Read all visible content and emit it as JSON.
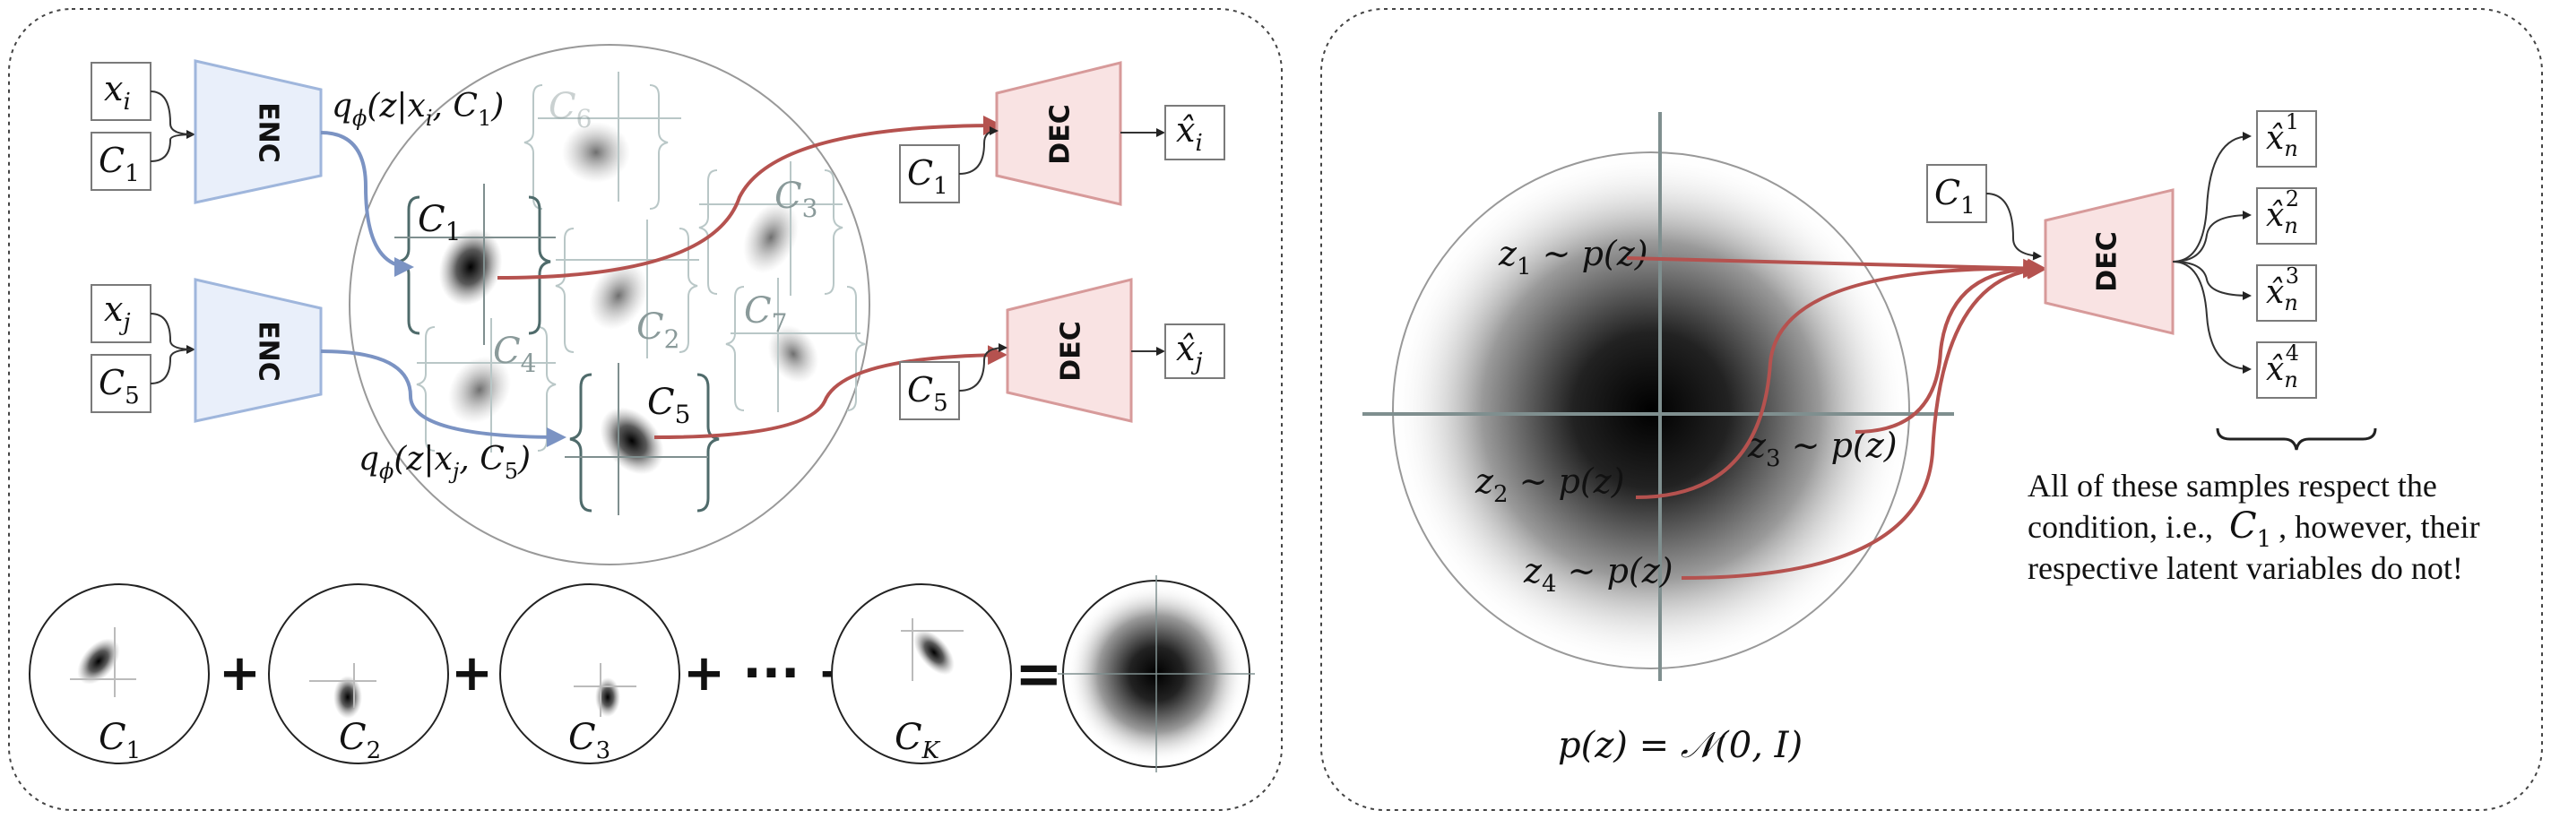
{
  "left_panel": {
    "encoder_label": "ENC",
    "decoder_label": "DEC",
    "inputs": [
      {
        "x": "x",
        "x_sub": "i",
        "c": "C",
        "c_sub": "1"
      },
      {
        "x": "x",
        "x_sub": "j",
        "c": "C",
        "c_sub": "5"
      }
    ],
    "posterior_labels": [
      "qϕ(z|xi, C1)",
      "qϕ(z|xj, C5)"
    ],
    "clusters": [
      "C1",
      "C2",
      "C3",
      "C4",
      "C5",
      "C6",
      "C7"
    ],
    "decoder_conditions": [
      "C1",
      "C5"
    ],
    "outputs": [
      "x̂i",
      "x̂j"
    ],
    "mixture": {
      "components": [
        "C1",
        "C2",
        "C3",
        "CK"
      ],
      "operators": [
        "+",
        "+",
        "+ ··· +",
        "="
      ]
    }
  },
  "right_panel": {
    "condition": "C1",
    "decoder_label": "DEC",
    "samples": [
      "z1 ∼ p(z)",
      "z2 ∼ p(z)",
      "z3 ∼ p(z)",
      "z4 ∼ p(z)"
    ],
    "outputs": [
      "x̂n1",
      "x̂n2",
      "x̂n3",
      "x̂n4"
    ],
    "prior_label": "p(z) = 𝒩(0, I)",
    "caption_lines": [
      "All of these samples respect the",
      "condition, i.e.,",
      ", however, their",
      "respective latent variables do not!"
    ],
    "caption_condition": "C1"
  },
  "colors": {
    "encoder_fill": "#e9effa",
    "decoder_fill": "#f9e3e3",
    "red_arrow": "#b5524f",
    "blue_arrow": "#7b93c3"
  }
}
